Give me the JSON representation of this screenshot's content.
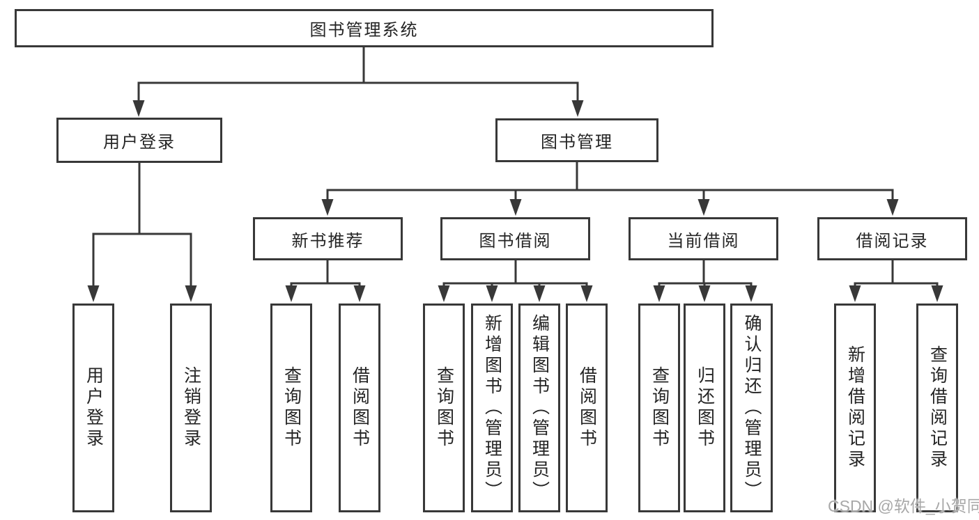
{
  "diagram": {
    "root": {
      "label": "图书管理系统"
    },
    "branches": [
      {
        "label": "用户登录",
        "children": [
          {
            "label": "用户登录"
          },
          {
            "label": "注销登录"
          }
        ]
      },
      {
        "label": "图书管理",
        "groups": [
          {
            "label": "新书推荐",
            "children": [
              {
                "label": "查询图书"
              },
              {
                "label": "借阅图书"
              }
            ]
          },
          {
            "label": "图书借阅",
            "children": [
              {
                "label": "查询图书"
              },
              {
                "label": "新增图书（管理员）"
              },
              {
                "label": "编辑图书（管理员）"
              },
              {
                "label": "借阅图书"
              }
            ]
          },
          {
            "label": "当前借阅",
            "children": [
              {
                "label": "查询图书"
              },
              {
                "label": "归还图书"
              },
              {
                "label": "确认归还（管理员）"
              }
            ]
          },
          {
            "label": "借阅记录",
            "children": [
              {
                "label": "新增借阅记录"
              },
              {
                "label": "查询借阅记录"
              }
            ]
          }
        ]
      }
    ]
  },
  "watermark": {
    "text": "CSDN @软件_小贺同学"
  },
  "colors": {
    "line": "#383838",
    "text": "#242424",
    "watermark": "#a8a8a8",
    "background": "#ffffff"
  }
}
